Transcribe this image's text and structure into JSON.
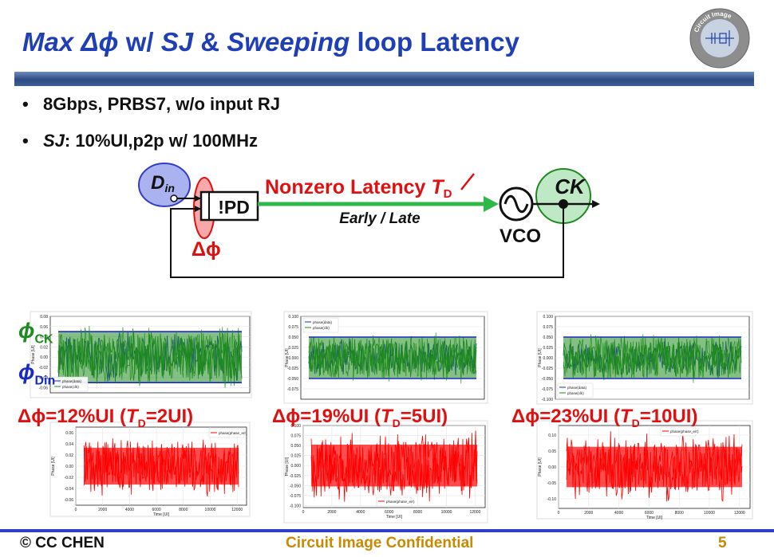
{
  "title": {
    "part1": "Max Δ",
    "phi": "ϕ",
    "part2": " w/ ",
    "sj": "SJ",
    "amp": " & ",
    "sweeping": "Sweeping",
    "rest": " loop Latency"
  },
  "bullets": [
    {
      "text": "8Gbps, PRBS7, w/o input RJ"
    },
    {
      "prefix": "SJ",
      "text": ": 10%UI,p2p w/ 100MHz"
    }
  ],
  "diagram": {
    "din_main": "D",
    "din_sub": "in",
    "pd_label": "!PD",
    "latency_label": "Nonzero Latency ",
    "latency_td": "T",
    "latency_sub": "D",
    "early_late": "Early / Late",
    "ck_label": "CK",
    "vco_label": "VCO",
    "dphi_label": "Δϕ"
  },
  "phi_labels": {
    "ck_main": "ϕ",
    "ck_sub": "CK",
    "din_main": "ϕ",
    "din_sub": "Din"
  },
  "plot_labels": [
    {
      "prefix": "Δϕ=12%UI (",
      "t": "T",
      "sub": "D",
      "suffix": "=2UI)"
    },
    {
      "prefix": "Δϕ=19%UI (",
      "t": "T",
      "sub": "D",
      "suffix": "=5UI)"
    },
    {
      "prefix": "Δϕ=23%UI (",
      "t": "T",
      "sub": "D",
      "suffix": "=10UI)"
    }
  ],
  "plots": {
    "top": [
      {
        "yticks": [
          "0.08",
          "0.06",
          "0.04",
          "0.02",
          "0.00",
          "-0.02",
          "-0.04",
          "-0.06"
        ],
        "ylim": [
          -0.07,
          0.08
        ],
        "ylabel": "Phase [UI]",
        "legend": [
          "phase(data)",
          "phase(clk)"
        ],
        "legend_pos": "bottom-left",
        "amplitude": 0.05
      },
      {
        "yticks": [
          "0.100",
          "0.075",
          "0.050",
          "0.025",
          "0.000",
          "-0.025",
          "-0.050",
          "-0.075"
        ],
        "ylim": [
          -0.1,
          0.1
        ],
        "ylabel": "Phase [UI]",
        "legend": [
          "phase(data)",
          "phase(clk)"
        ],
        "legend_pos": "top-left",
        "amplitude": 0.05
      },
      {
        "yticks": [
          "0.100",
          "0.075",
          "0.050",
          "0.025",
          "0.000",
          "-0.025",
          "-0.050",
          "-0.075",
          "-0.100"
        ],
        "ylim": [
          -0.1,
          0.1
        ],
        "ylabel": "Phase [UI]",
        "legend": [
          "phase(data)",
          "phase(clk)"
        ],
        "legend_pos": "bottom-left",
        "amplitude": 0.05
      }
    ],
    "bottom": [
      {
        "yticks": [
          "0.06",
          "0.04",
          "0.02",
          "0.00",
          "-0.02",
          "-0.04",
          "-0.06"
        ],
        "ylim": [
          -0.07,
          0.07
        ],
        "ylabel": "Phase [UI]",
        "legend": [
          "phase(phase_err)"
        ],
        "legend_pos": "top-right",
        "xticks": [
          "0",
          "2000",
          "4000",
          "6000",
          "8000",
          "10000",
          "12000"
        ],
        "xlabel": "Time [UI]",
        "amplitude": 0.06
      },
      {
        "yticks": [
          "0.100",
          "0.075",
          "0.050",
          "0.025",
          "0.000",
          "-0.025",
          "-0.050",
          "-0.075",
          "-0.100"
        ],
        "ylim": [
          -0.105,
          0.1
        ],
        "ylabel": "Phase [UI]",
        "legend": [
          "phase(phase_err)"
        ],
        "legend_pos": "bottom-center",
        "xticks": [
          "0",
          "2000",
          "4000",
          "6000",
          "8000",
          "10000",
          "12000"
        ],
        "xlabel": "Time [UI]",
        "amplitude": 0.095
      },
      {
        "yticks": [
          "0.10",
          "0.05",
          "0.00",
          "-0.05",
          "-0.10"
        ],
        "ylim": [
          -0.13,
          0.13
        ],
        "ylabel": "Phase [UI]",
        "legend": [
          "phase(phase_err)"
        ],
        "legend_pos": "top-center",
        "xticks": [
          "0",
          "2000",
          "4000",
          "6000",
          "8000",
          "10000",
          "12000"
        ],
        "xlabel": "Time [UI]",
        "amplitude": 0.115
      }
    ],
    "colors": {
      "data": "#1a2bc4",
      "clk": "#1f8a1f",
      "err": "#ff0000"
    }
  },
  "footer": {
    "left": "© CC CHEN",
    "center": "Circuit Image Confidential",
    "page": "5"
  },
  "logo": {
    "top_text": "Circuit Image",
    "bottom_text": "Circuit Image"
  },
  "colors": {
    "title": "#1f3fb7",
    "accent_red": "#e01010",
    "green": "#2eb84a",
    "footer_gold": "#c88a00"
  }
}
